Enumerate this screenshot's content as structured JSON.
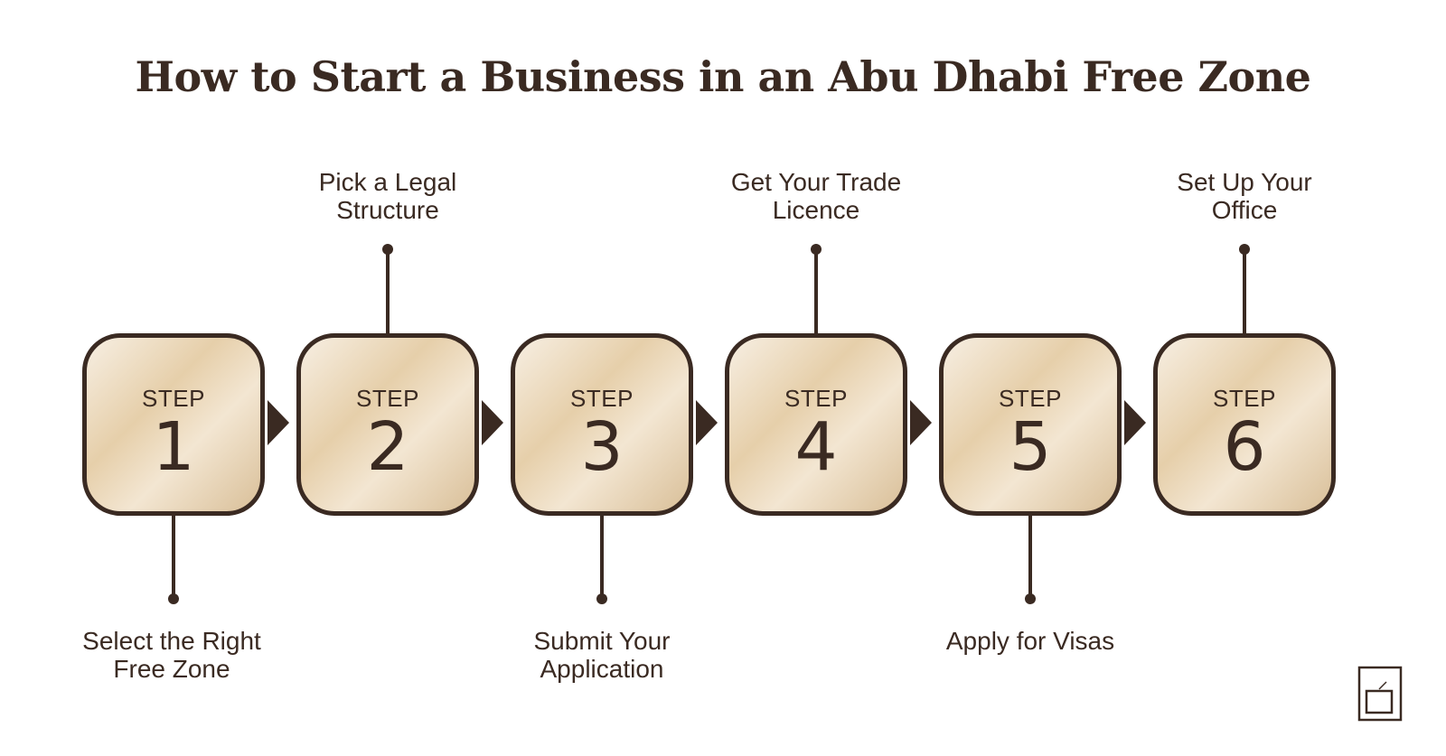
{
  "title": "How to Start a Business in an Abu Dhabi Free Zone",
  "steps": [
    {
      "word": "STEP",
      "number": "1",
      "label_line1": "Select the Right",
      "label_line2": "Free Zone",
      "label_position": "bottom"
    },
    {
      "word": "STEP",
      "number": "2",
      "label_line1": "Pick a Legal",
      "label_line2": "Structure",
      "label_position": "top"
    },
    {
      "word": "STEP",
      "number": "3",
      "label_line1": "Submit Your",
      "label_line2": "Application",
      "label_position": "bottom"
    },
    {
      "word": "STEP",
      "number": "4",
      "label_line1": "Get Your Trade",
      "label_line2": "Licence",
      "label_position": "top"
    },
    {
      "word": "STEP",
      "number": "5",
      "label_line1": "Apply for Visas",
      "label_line2": "",
      "label_position": "bottom"
    },
    {
      "word": "STEP",
      "number": "6",
      "label_line1": "Set Up Your",
      "label_line2": "Office",
      "label_position": "top"
    }
  ],
  "colors": {
    "dark_brown": "#3a2a22",
    "beige_light": "#f7efe3",
    "beige_mid": "#e6cfaa",
    "beige_dark": "#d9bf98",
    "background": "#ffffff"
  },
  "icons": {
    "logo": "brand-logo-icon"
  }
}
